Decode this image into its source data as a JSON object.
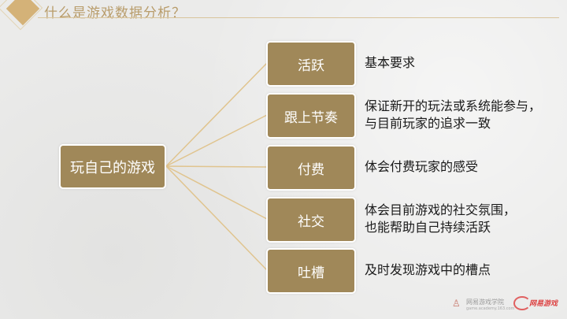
{
  "header": {
    "title": "什么是游戏数据分析？"
  },
  "diagram": {
    "root": "玩自己的游戏",
    "branches": [
      {
        "label": "活跃",
        "description": "基本要求"
      },
      {
        "label": "跟上节奏",
        "description": "保证新开的玩法或系统能参与，\n与目前玩家的追求一致"
      },
      {
        "label": "付费",
        "description": "体会付费玩家的感受"
      },
      {
        "label": "社交",
        "description": "体会目前游戏的社交氛围，\n也能帮助自己持续活跃"
      },
      {
        "label": "吐槽",
        "description": "及时发现游戏中的槽点"
      }
    ]
  },
  "footer": {
    "academy_name": "网易游戏学院",
    "academy_url": "game.academy.163.com",
    "brand": "网易游戏"
  },
  "colors": {
    "node_fill": "#a08859",
    "connector": "#e0c48e",
    "accent": "#d4b278"
  }
}
